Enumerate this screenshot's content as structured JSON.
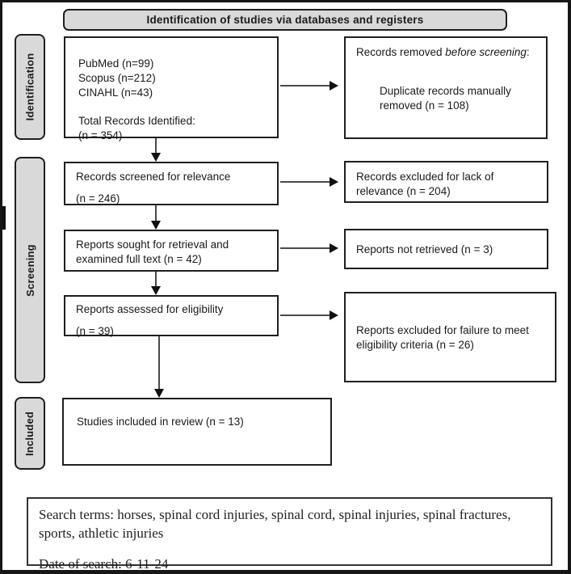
{
  "header": {
    "title": "Identification of studies via databases and registers"
  },
  "sidebar": {
    "identification": "Identification",
    "screening": "Screening",
    "included": "Included"
  },
  "flow": {
    "identified": {
      "db1": "PubMed (n=99)",
      "db2": "Scopus (n=212)",
      "db3": "CINAHL (n=43)",
      "total_label": "Total Records Identified:",
      "total_value": "(n = 354)"
    },
    "removed": {
      "prefix": "Records removed ",
      "italic": "before screening",
      "suffix": ":",
      "detail": "Duplicate records manually removed (n = 108)"
    },
    "screened": {
      "line1": "Records screened for relevance",
      "line2": "(n = 246)"
    },
    "excluded_relevance": "Records excluded for lack of relevance (n = 204)",
    "sought": "Reports sought for retrieval and examined full text (n = 42)",
    "not_retrieved": "Reports not retrieved (n = 3)",
    "assessed": {
      "line1": "Reports assessed for eligibility",
      "line2": "(n = 39)"
    },
    "excluded_eligibility": "Reports excluded for failure to meet eligibility criteria (n = 26)",
    "included_box": "Studies included in review (n = 13)"
  },
  "footer": {
    "search_terms": "Search terms: horses, spinal cord injuries, spinal cord, spinal injuries, spinal fractures, sports, athletic injuries",
    "date": "Date of search: 6-11-24"
  },
  "colors": {
    "stage_fill": "#d9d9d9",
    "border": "#1f1f1f",
    "arrow": "#111111"
  }
}
